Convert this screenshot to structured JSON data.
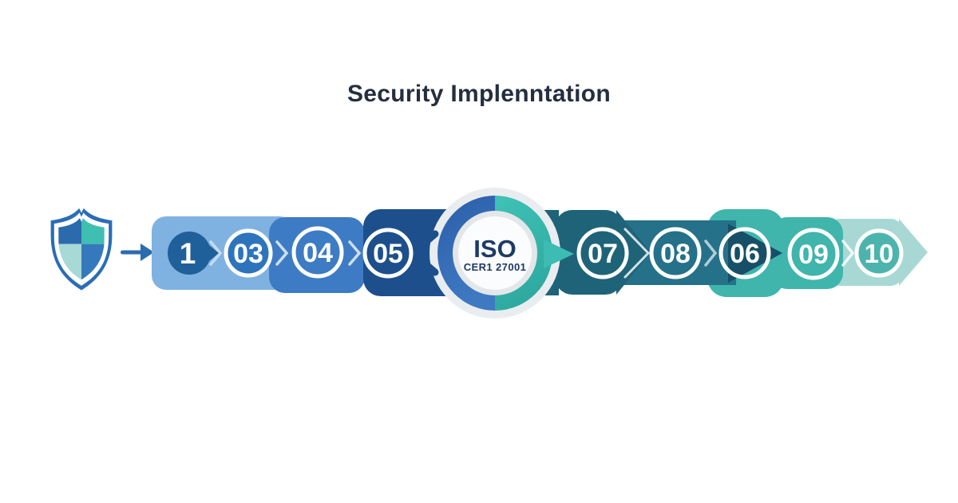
{
  "title": "Security Implenntation",
  "badge": {
    "line1": "ISO",
    "line2": "CER1 27001"
  },
  "steps": [
    {
      "id": "1",
      "label": "1",
      "fill": "#20609a"
    },
    {
      "id": "03",
      "label": "03",
      "fill": "#2e74bd"
    },
    {
      "id": "04",
      "label": "04",
      "fill": "#3d7cc4"
    },
    {
      "id": "05",
      "label": "05",
      "fill": "#1d4f8c"
    },
    {
      "id": "07",
      "label": "07",
      "fill": "#1f6378"
    },
    {
      "id": "08",
      "label": "08",
      "fill": "#25718a"
    },
    {
      "id": "06",
      "label": "06",
      "fill": "none"
    },
    {
      "id": "09",
      "label": "09",
      "fill": "#3fb5ac"
    },
    {
      "id": "10",
      "label": "10",
      "fill": "#4db4ad"
    }
  ],
  "icons": {
    "shield": "shield-icon",
    "flow_arrow": "arrow-right-icon",
    "chevron": "chevron-right-icon"
  },
  "colors": {
    "background": "#ffffff",
    "title_text": "#242e3f",
    "band_light": "#7fb2e0",
    "band_mid": "#3d7cc4",
    "band_navy": "#1d4f8c",
    "band_teal_dark": "#1f6378",
    "band_teal_mid": "#25718a",
    "arrow_dark_teal": "#174f68",
    "card_teal": "#3fb5ac",
    "band_pale": "#a8d8d4",
    "teal_bright": "#3cbcb2",
    "ring_teal": "#3bbcb1",
    "badge_text": "#1d3a66",
    "shield_border": "#2a6db6",
    "shield_q_top_left": "#2b6aad",
    "shield_q_top_right": "#3fbfb2",
    "shield_q_bottom_left": "#a7d9d6",
    "shield_q_bottom_right": "#3579bd",
    "arrow_blue": "#2b6cb0"
  }
}
